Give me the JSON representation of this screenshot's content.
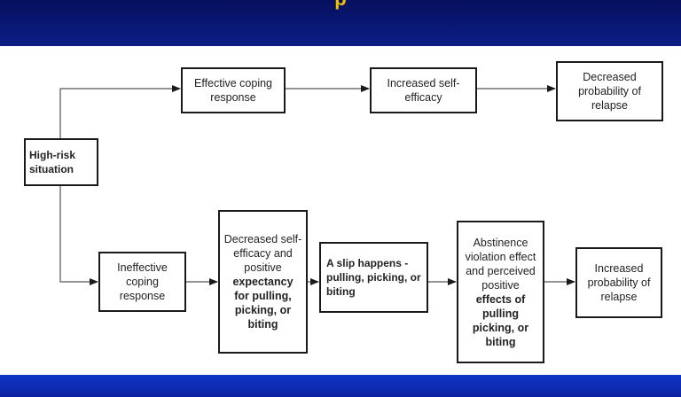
{
  "slide": {
    "title_fragment": "p"
  },
  "diagram": {
    "start": "High-risk situation",
    "top_path": {
      "coping": "Effective coping response",
      "efficacy": "Increased self-efficacy",
      "outcome": "Decreased probability of relapse"
    },
    "bottom_path": {
      "coping": "Ineffective coping response",
      "decreased_line1": "Decreased self-efficacy and positive",
      "decreased_line2": "expectancy",
      "decreased_line3": "for pulling, picking, or biting",
      "slip_line1": "A slip happens -",
      "slip_line2": "pulling, picking, or biting",
      "ave_line1": "Abstinence violation effect and perceived positive",
      "ave_line2": "effects of pulling picking, or biting",
      "outcome": "Increased probability of relapse"
    }
  },
  "colors": {
    "band_dark": "#0a1a7a",
    "band_bottom": "#1035c8",
    "title_accent": "#f2c200"
  }
}
